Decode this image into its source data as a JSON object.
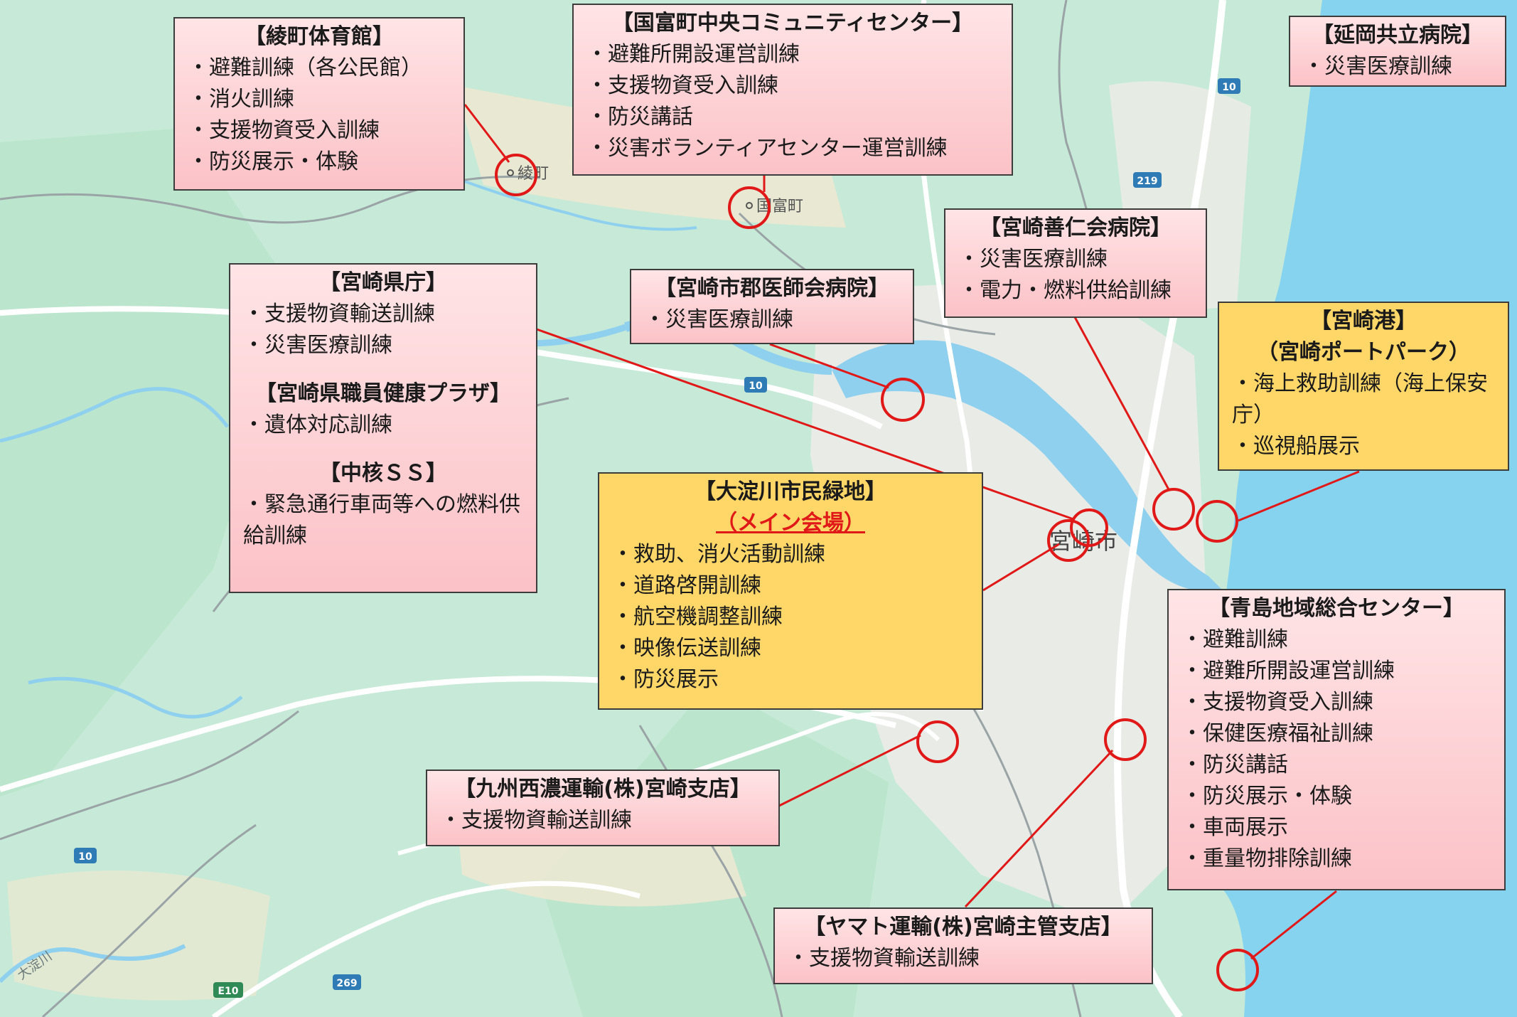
{
  "map": {
    "place_labels": {
      "aya": "綾町",
      "kunitomi": "国富町",
      "miyazaki_city": "宮崎市",
      "oyodo_river": "大淀川"
    },
    "route_shields": [
      "10",
      "10",
      "10",
      "219",
      "269",
      "E10"
    ],
    "colors": {
      "land": "#c6ead7",
      "urban": "#e9ece6",
      "sea": "#86d3f0",
      "river": "#8fd0ef",
      "leader_line": "#e01818",
      "pink_box": "#fbc2c7",
      "yellow_box": "#fed768"
    }
  },
  "venues": {
    "aya_gym": {
      "title": "【綾町体育館】",
      "items": [
        "・避難訓練（各公民館）",
        "・消火訓練",
        "・支援物資受入訓練",
        "・防災展示・体験"
      ]
    },
    "kunitomi_center": {
      "title": "【国富町中央コミュニティセンター】",
      "items": [
        "・避難所開設運営訓練",
        "・支援物資受入訓練",
        "・防災講話",
        "・災害ボランティアセンター運営訓練"
      ]
    },
    "nobeoka_hospital": {
      "title": "【延岡共立病院】",
      "items": [
        "・災害医療訓練"
      ]
    },
    "zenjinkai_hospital": {
      "title": "【宮崎善仁会病院】",
      "items": [
        "・災害医療訓練",
        "・電力・燃料供給訓練"
      ]
    },
    "gun_ishikai_hospital": {
      "title": "【宮崎市郡医師会病院】",
      "items": [
        "・災害医療訓練"
      ]
    },
    "prefecture": {
      "title": "【宮崎県庁】",
      "items": [
        "・支援物資輸送訓練",
        "・災害医療訓練"
      ],
      "title2": "【宮崎県職員健康プラザ】",
      "items2": [
        "・遺体対応訓練"
      ],
      "title3": "【中核ＳＳ】",
      "items3": [
        "・緊急通行車両等への燃料供給訓練"
      ]
    },
    "port": {
      "title": "【宮崎港】",
      "title_line2": "（宮崎ポートパーク）",
      "items": [
        "・海上救助訓練（海上保安庁）",
        "・巡視船展示"
      ]
    },
    "oyodo_park": {
      "title": "【大淀川市民緑地】",
      "subtitle": "（メイン会場）",
      "items": [
        "・救助、消火活動訓練",
        "・道路啓開訓練",
        "・航空機調整訓練",
        "・映像伝送訓練",
        "・防災展示"
      ]
    },
    "aoshima_center": {
      "title": "【青島地域総合センター】",
      "items": [
        "・避難訓練",
        "・避難所開設運営訓練",
        "・支援物資受入訓練",
        "・保健医療福祉訓練",
        "・防災講話",
        "・防災展示・体験",
        "・車両展示",
        "・重量物排除訓練"
      ]
    },
    "seino": {
      "title": "【九州西濃運輸(株)宮崎支店】",
      "items": [
        "・支援物資輸送訓練"
      ]
    },
    "yamato": {
      "title": "【ヤマト運輸(株)宮崎主管支店】",
      "items": [
        "・支援物資輸送訓練"
      ]
    }
  }
}
